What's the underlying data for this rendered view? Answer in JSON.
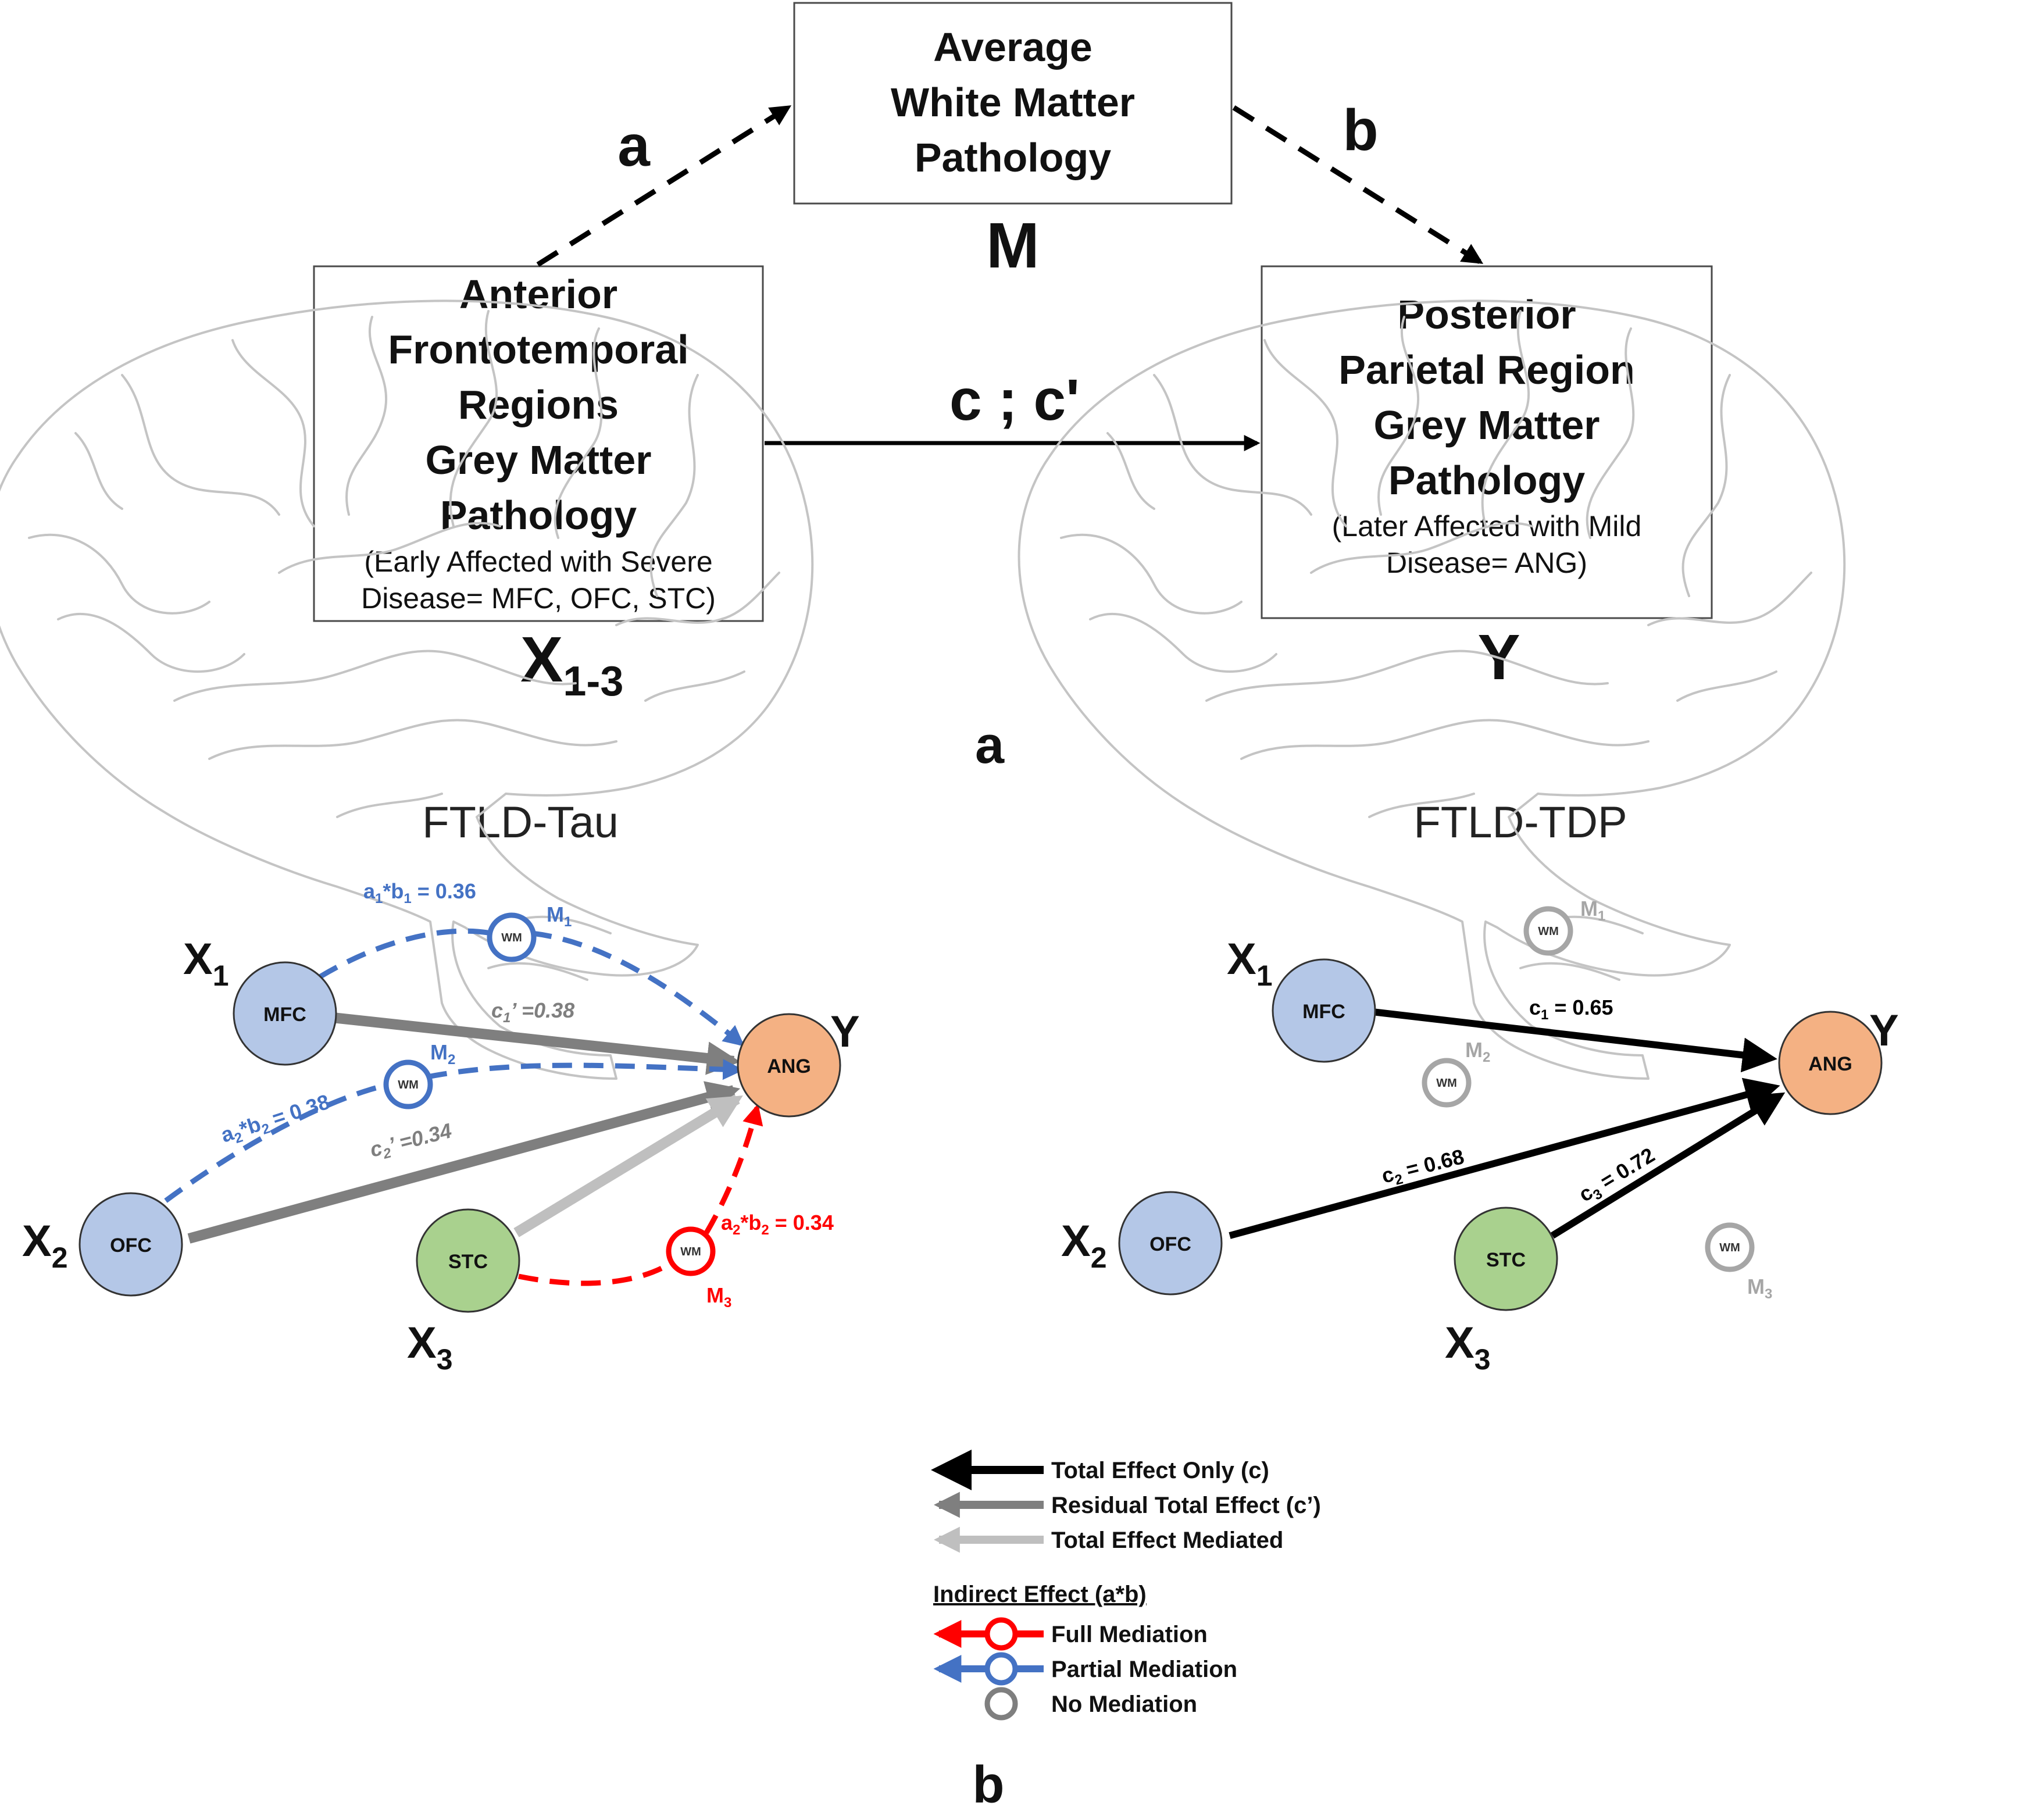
{
  "panel_a": {
    "mediator": {
      "lines": [
        "Average",
        "White Matter",
        "Pathology"
      ],
      "symbol": "M"
    },
    "x_box": {
      "lines": [
        "Anterior",
        "Frontotemporal",
        "Regions",
        "Grey Matter",
        "Pathology"
      ],
      "sub_lines": [
        "(Early Affected with Severe",
        "Disease= MFC, OFC, STC)"
      ],
      "symbol": "X",
      "symbol_sub": "1-3"
    },
    "y_box": {
      "lines": [
        "Posterior",
        "Parietal Region",
        "Grey Matter",
        "Pathology"
      ],
      "sub_lines": [
        "(Later Affected with Mild",
        "Disease= ANG)"
      ],
      "symbol": "Y"
    },
    "path_a": "a",
    "path_b": "b",
    "path_c": "c ; c'",
    "panel_label": "a"
  },
  "panel_b": {
    "panel_label": "b",
    "tau": {
      "title": "FTLD-Tau",
      "nodes": {
        "x1": "MFC",
        "x2": "OFC",
        "x3": "STC",
        "y": "ANG"
      },
      "labels": {
        "x1": "X",
        "x1_sub": "1",
        "x2": "X",
        "x2_sub": "2",
        "x3": "X",
        "x3_sub": "3",
        "y": "Y"
      },
      "wm_text": "WM",
      "m1": {
        "main": "M",
        "sub": "1"
      },
      "m2": {
        "main": "M",
        "sub": "2"
      },
      "m3": {
        "main": "M",
        "sub": "3"
      },
      "coef_ab1": {
        "a": "a",
        "as": "1",
        "b": "*b",
        "bs": "1",
        "val": " = 0.36"
      },
      "coef_ab2": {
        "a": "a",
        "as": "2",
        "b": "*b",
        "bs": "2",
        "val": " = 0.38"
      },
      "coef_ab3": {
        "a": "a",
        "as": "2",
        "b": "*b",
        "bs": "2",
        "val": " = 0.34"
      },
      "coef_c1": {
        "c": "c",
        "cs": "1",
        "val": "’ =0.38"
      },
      "coef_c2": {
        "c": "c",
        "cs": "2",
        "val": "’ =0.34"
      }
    },
    "tdp": {
      "title": "FTLD-TDP",
      "nodes": {
        "x1": "MFC",
        "x2": "OFC",
        "x3": "STC",
        "y": "ANG"
      },
      "labels": {
        "x1": "X",
        "x1_sub": "1",
        "x2": "X",
        "x2_sub": "2",
        "x3": "X",
        "x3_sub": "3",
        "y": "Y"
      },
      "wm_text": "WM",
      "m1": {
        "main": "M",
        "sub": "1"
      },
      "m2": {
        "main": "M",
        "sub": "2"
      },
      "m3": {
        "main": "M",
        "sub": "3"
      },
      "coef_c1": {
        "c": "c",
        "cs": "1",
        "val": " = 0.65"
      },
      "coef_c2": {
        "c": "c",
        "cs": "2",
        "val": " = 0.68"
      },
      "coef_c3": {
        "c": "c",
        "cs": "3",
        "val": " = 0.72"
      }
    },
    "legend": {
      "total_only": "Total Effect Only (c)",
      "residual": "Residual Total Effect (c’)",
      "mediated": "Total Effect Mediated",
      "indirect_title": "Indirect Effect (a*b)",
      "full": "Full Mediation",
      "partial": "Partial Mediation",
      "none": "No Mediation"
    }
  },
  "colors": {
    "node_blue": "#b4c7e7",
    "node_orange": "#f4b183",
    "node_green": "#a9d18e",
    "partial_blue": "#4472c4",
    "full_red": "#ff0000",
    "residual_gray": "#7f7f7f",
    "mediated_gray": "#bfbfbf",
    "no_mediation_gray": "#a6a6a6",
    "total_black": "#000000"
  }
}
